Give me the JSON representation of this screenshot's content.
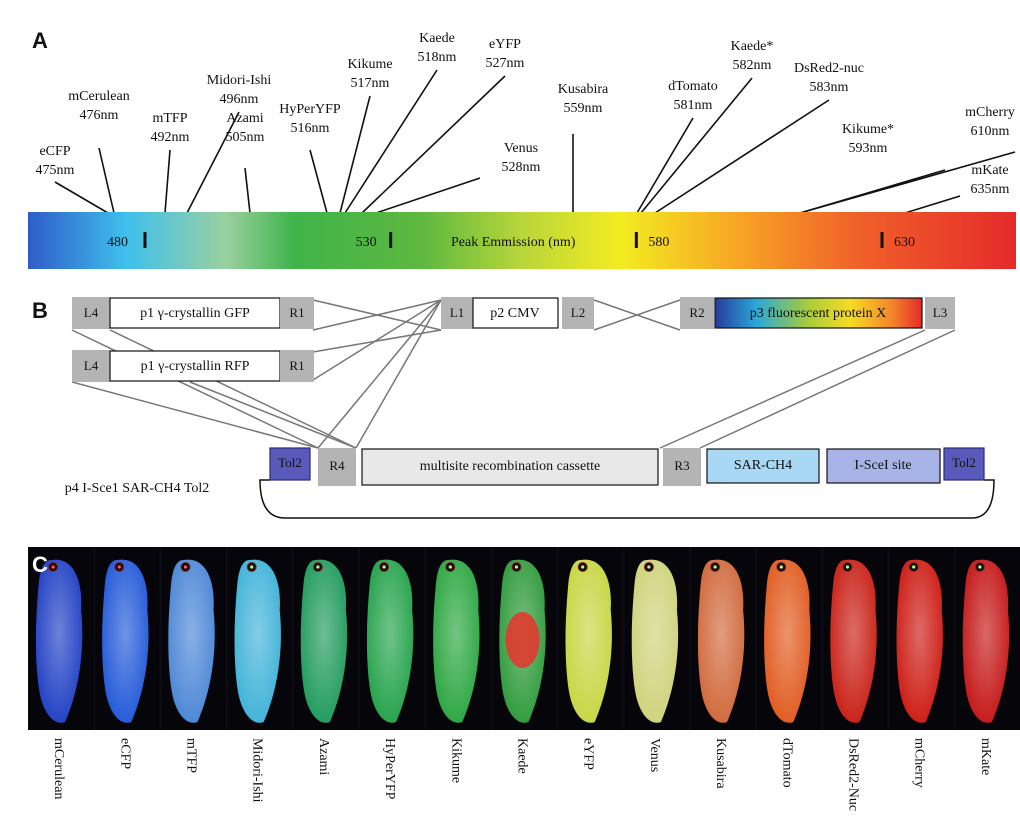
{
  "panels": {
    "a": "A",
    "b": "B",
    "c": "C"
  },
  "spectrum": {
    "axis_label": "Peak Emmission (nm)",
    "ticks": [
      {
        "label": "480",
        "nm": 480
      },
      {
        "label": "530",
        "nm": 530
      },
      {
        "label": "580",
        "nm": 580
      },
      {
        "label": "630",
        "nm": 630
      }
    ],
    "proteins": [
      {
        "name": "eCFP",
        "peak": "475nm",
        "nm": 475
      },
      {
        "name": "mCerulean",
        "peak": "476nm",
        "nm": 476
      },
      {
        "name": "mTFP",
        "peak": "492nm",
        "nm": 492
      },
      {
        "name": "Midori-Ishi",
        "peak": "496nm",
        "nm": 496
      },
      {
        "name": "Azami",
        "peak": "505nm",
        "nm": 505
      },
      {
        "name": "HyPerYFP",
        "peak": "516nm",
        "nm": 516
      },
      {
        "name": "Kikume",
        "peak": "517nm",
        "nm": 517
      },
      {
        "name": "Kaede",
        "peak": "518nm",
        "nm": 518
      },
      {
        "name": "eYFP",
        "peak": "527nm",
        "nm": 527
      },
      {
        "name": "Venus",
        "peak": "528nm",
        "nm": 528
      },
      {
        "name": "Kusabira",
        "peak": "559nm",
        "nm": 559
      },
      {
        "name": "dTomato",
        "peak": "581nm",
        "nm": 581
      },
      {
        "name": "Kaede*",
        "peak": "582nm",
        "nm": 582
      },
      {
        "name": "DsRed2-nuc",
        "peak": "583nm",
        "nm": 583
      },
      {
        "name": "Kikume*",
        "peak": "593nm",
        "nm": 593
      },
      {
        "name": "mCherry",
        "peak": "610nm",
        "nm": 610
      },
      {
        "name": "mKate",
        "peak": "635nm",
        "nm": 635
      }
    ]
  },
  "construct": {
    "gfp_left": "L4",
    "gfp_entry": "p1 γ-crystallin GFP",
    "gfp_right": "R1",
    "rfp_left": "L4",
    "rfp_entry": "p1 γ-crystallin RFP",
    "rfp_right": "R1",
    "p2_left": "L1",
    "p2_entry": "p2 CMV",
    "p2_right": "L2",
    "p3_left": "R2",
    "p3_entry": "p3 fluorescent protein X",
    "p3_right": "L3",
    "dest_name": "p4 I-Sce1 SAR-CH4 Tol2",
    "tol2_left": "Tol2",
    "r4": "R4",
    "cassette": "multisite recombination cassette",
    "r3": "R3",
    "sar": "SAR-CH4",
    "isce": "I-SceI site",
    "tol2_right": "Tol2"
  },
  "embryos": [
    {
      "label": "mCerulean",
      "color": "#1f3fc4"
    },
    {
      "label": "eCFP",
      "color": "#2158d8"
    },
    {
      "label": "mTFP",
      "color": "#4a86d6"
    },
    {
      "label": "Midori-Ishi",
      "color": "#3fb2d8"
    },
    {
      "label": "Azami",
      "color": "#1f9a5c"
    },
    {
      "label": "HyPerYFP",
      "color": "#23a24a"
    },
    {
      "label": "Kikume",
      "color": "#2aa640"
    },
    {
      "label": "Kaede",
      "color": "#2e9a3a"
    },
    {
      "label": "eYFP",
      "color": "#c6d640"
    },
    {
      "label": "Venus",
      "color": "#cfd27a"
    },
    {
      "label": "Kusabira",
      "color": "#d0683a"
    },
    {
      "label": "dTomato",
      "color": "#e05a1e"
    },
    {
      "label": "DsRed2-Nuc",
      "color": "#c81e14"
    },
    {
      "label": "mCherry",
      "color": "#cc1a12"
    },
    {
      "label": "mKate",
      "color": "#c41616"
    }
  ]
}
